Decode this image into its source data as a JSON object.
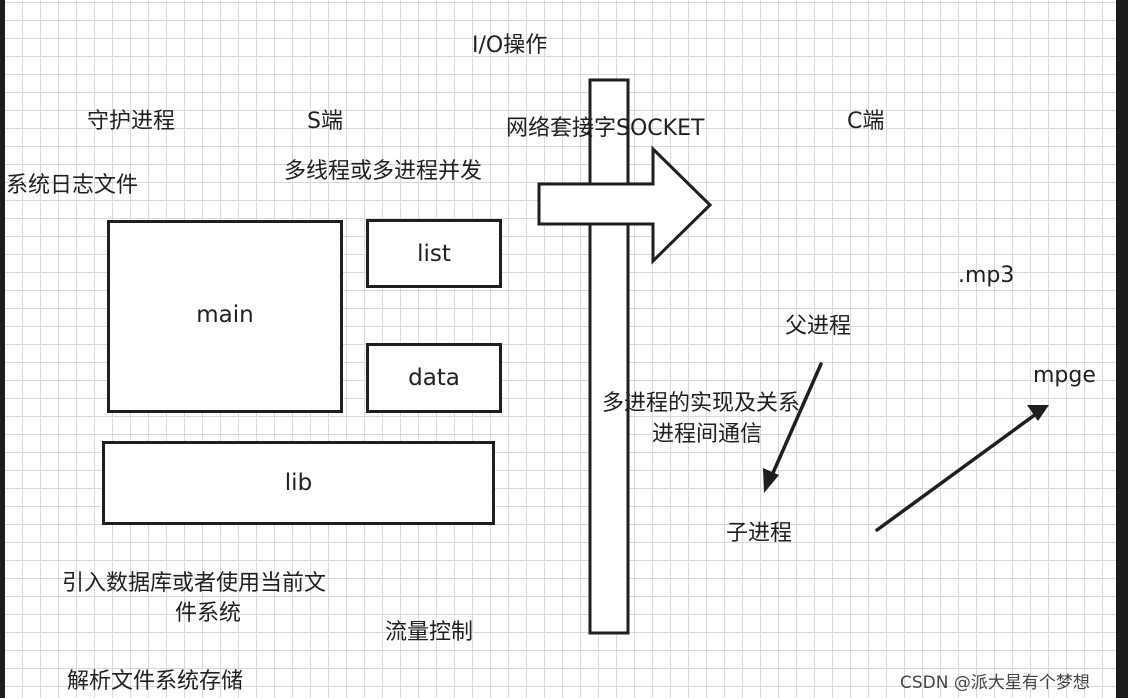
{
  "labels": {
    "io_ops": "I/O操作",
    "daemon": "守护进程",
    "s_end": "S端",
    "socket": "网络套接字SOCKET",
    "c_end": "C端",
    "syslog": "系统日志文件",
    "concurrency": "多线程或多进程并发",
    "mp3": ".mp3",
    "parent": "父进程",
    "mpge": "mpge",
    "multiproc_line1": "多进程的实现及关系",
    "multiproc_line2": "进程间通信",
    "child": "子进程",
    "db_line1": "引入数据库或者使用当前文",
    "db_line2": "件系统",
    "flow": "流量控制",
    "parse": "解析文件系统存储"
  },
  "boxes": {
    "main": "main",
    "list": "list",
    "data": "data",
    "lib": "lib"
  },
  "watermark": "CSDN @派大星有个梦想"
}
